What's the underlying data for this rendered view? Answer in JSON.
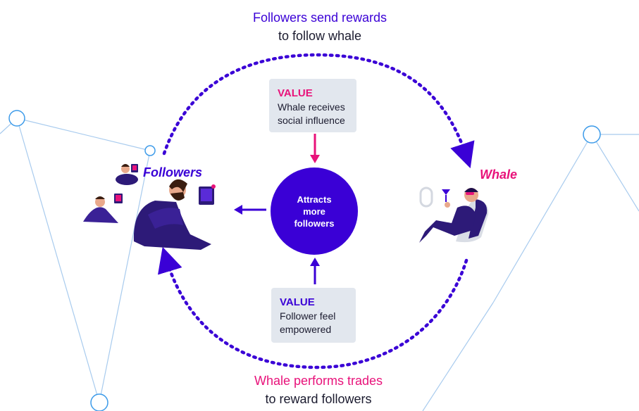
{
  "colors": {
    "primary": "#3a00d6",
    "accent": "#e8127a",
    "box_bg": "#e2e7ee",
    "network_line": "#a8cbee"
  },
  "top_caption": {
    "highlight": "Followers send rewards",
    "text": "to follow whale"
  },
  "bottom_caption": {
    "highlight": "Whale performs trades",
    "text": "to reward followers"
  },
  "value_top": {
    "title": "VALUE",
    "text_line1": "Whale receives",
    "text_line2": "social influence"
  },
  "value_bottom": {
    "title": "VALUE",
    "text_line1": "Follower feel",
    "text_line2": "empowered"
  },
  "hub": {
    "line1": "Attracts",
    "line2": "more",
    "line3": "followers"
  },
  "followers_label": "Followers",
  "whale_label": "Whale"
}
